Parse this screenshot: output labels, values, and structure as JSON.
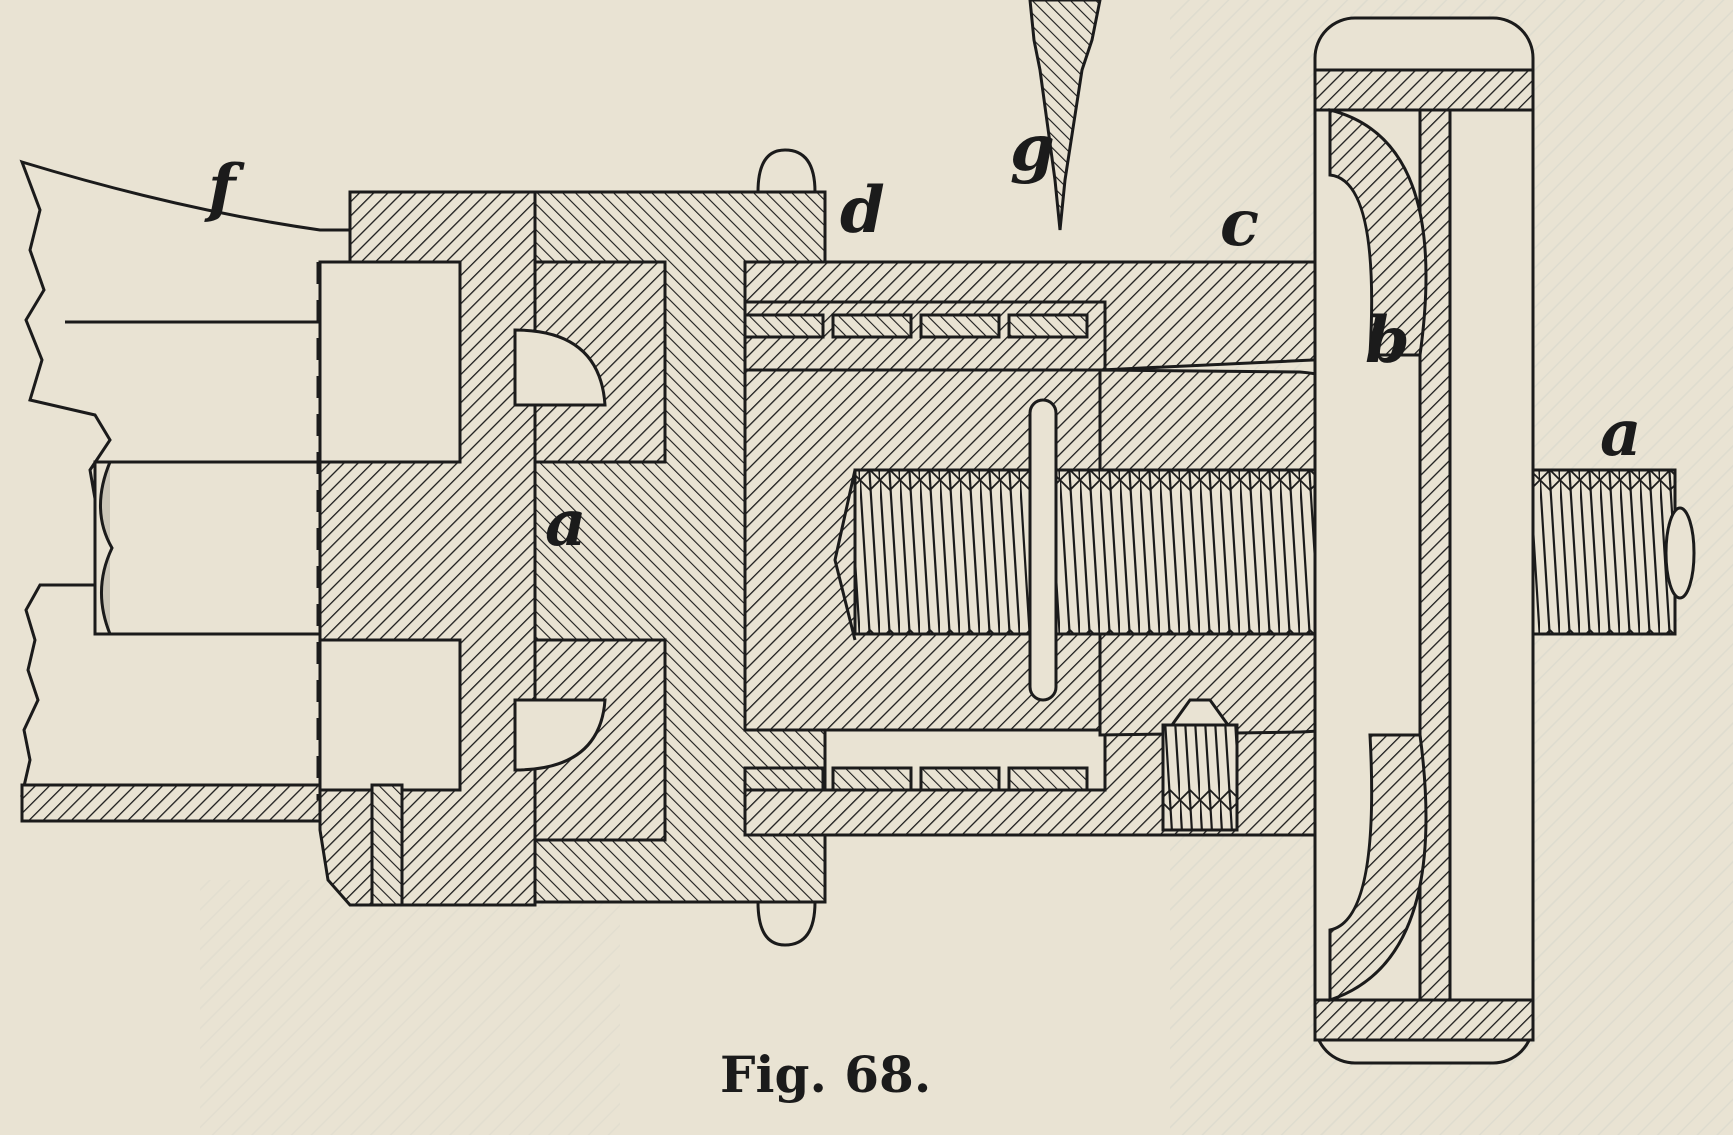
{
  "figure": {
    "caption": "Fig. 68.",
    "labels": {
      "f": "f",
      "g": "g",
      "d": "d",
      "c": "c",
      "b": "b",
      "a_right": "a",
      "a_center": "a"
    }
  },
  "colors": {
    "paper": "#e9e3d3",
    "ink": "#1b1b1b"
  }
}
